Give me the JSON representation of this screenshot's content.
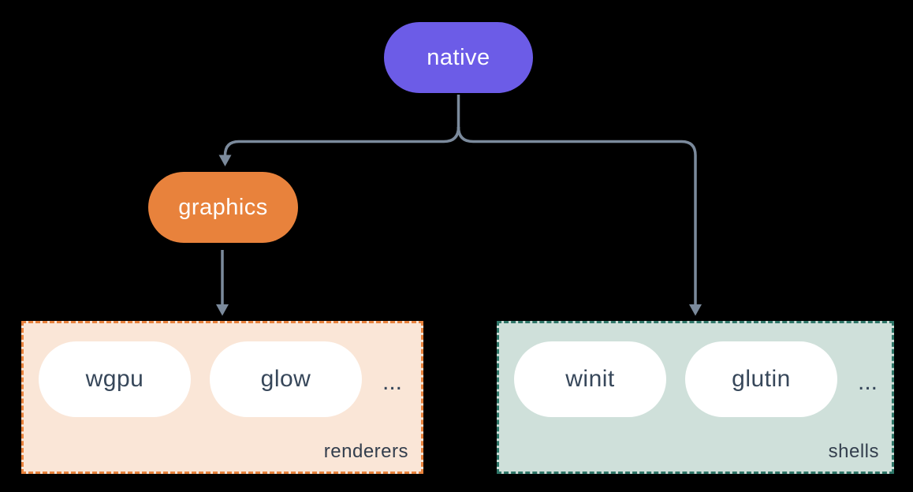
{
  "canvas": {
    "background": "#000000",
    "connector_color": "#7B8A9C"
  },
  "nodes": {
    "native": {
      "label": "native",
      "bg": "#6C5CE7",
      "text_color": "#FFFFFF"
    },
    "graphics": {
      "label": "graphics",
      "bg": "#E8823C",
      "text_color": "#FFFFFF"
    }
  },
  "groups": {
    "renderers": {
      "label": "renderers",
      "bg": "#FAE6D7",
      "border_color": "#E8823C",
      "items": [
        "wgpu",
        "glow"
      ],
      "ellipsis": "...",
      "item_bg": "#FFFFFF",
      "item_text_color": "#37475A",
      "label_color": "#333E4D"
    },
    "shells": {
      "label": "shells",
      "bg": "#CFE0DA",
      "border_color": "#2E7668",
      "items": [
        "winit",
        "glutin"
      ],
      "ellipsis": "...",
      "item_bg": "#FFFFFF",
      "item_text_color": "#37475A",
      "label_color": "#333E4D"
    }
  }
}
